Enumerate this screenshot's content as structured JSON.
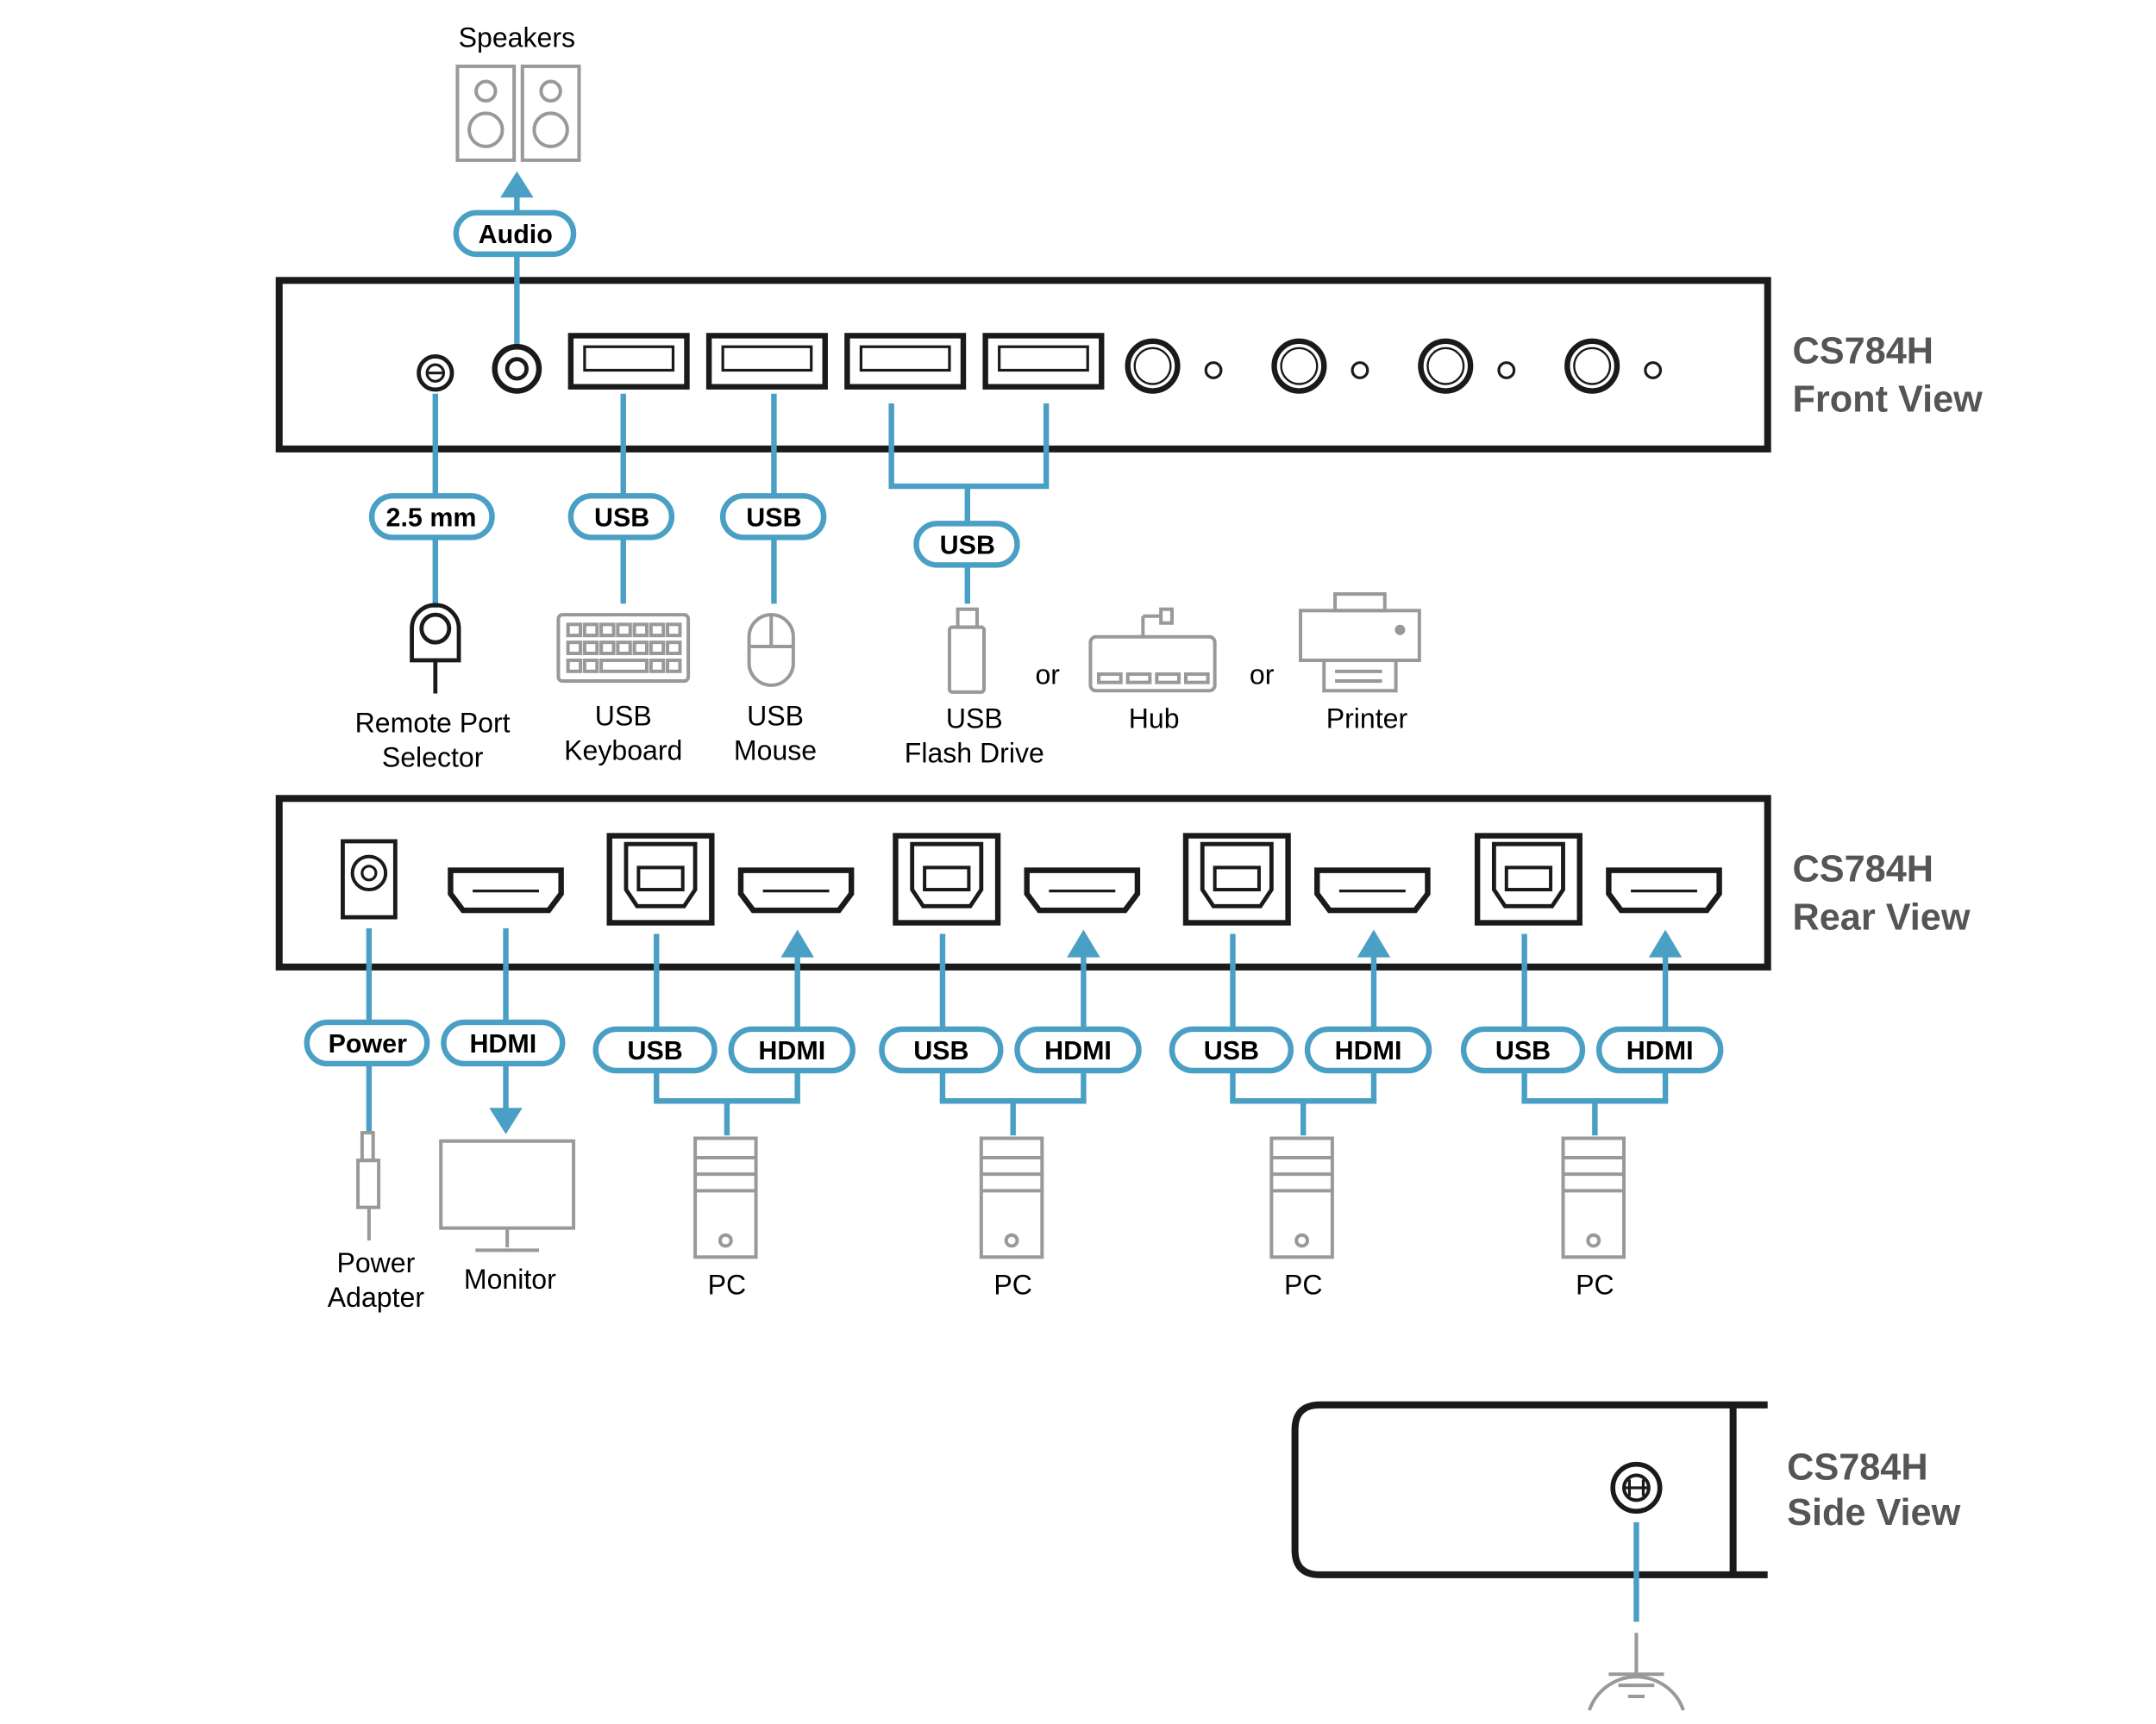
{
  "colors": {
    "accent": "#4a9fc4",
    "device_outline": "#1a1a1a",
    "icon_gray": "#999999",
    "title_gray": "#555555"
  },
  "front": {
    "title_line1": "CS784H",
    "title_line2": "Front View",
    "pill_audio": "Audio",
    "pill_remote": "2.5 mm",
    "pill_usb_kb": "USB",
    "pill_usb_mouse": "USB",
    "pill_usb_shared": "USB",
    "speakers": "Speakers",
    "remote_l1": "Remote Port",
    "remote_l2": "Selector",
    "keyboard_l1": "USB",
    "keyboard_l2": "Keyboard",
    "mouse_l1": "USB",
    "mouse_l2": "Mouse",
    "flash_l1": "USB",
    "flash_l2": "Flash Drive",
    "or1": "or",
    "hub": "Hub",
    "or2": "or",
    "printer": "Printer"
  },
  "rear": {
    "title_line1": "CS784H",
    "title_line2": "Rear View",
    "pill_power": "Power",
    "pill_hdmi_out": "HDMI",
    "power_l1": "Power",
    "power_l2": "Adapter",
    "monitor": "Monitor",
    "pcs": [
      {
        "usb": "USB",
        "hdmi": "HDMI",
        "label": "PC"
      },
      {
        "usb": "USB",
        "hdmi": "HDMI",
        "label": "PC"
      },
      {
        "usb": "USB",
        "hdmi": "HDMI",
        "label": "PC"
      },
      {
        "usb": "USB",
        "hdmi": "HDMI",
        "label": "PC"
      }
    ]
  },
  "side": {
    "title_line1": "CS784H",
    "title_line2": "Side View"
  }
}
